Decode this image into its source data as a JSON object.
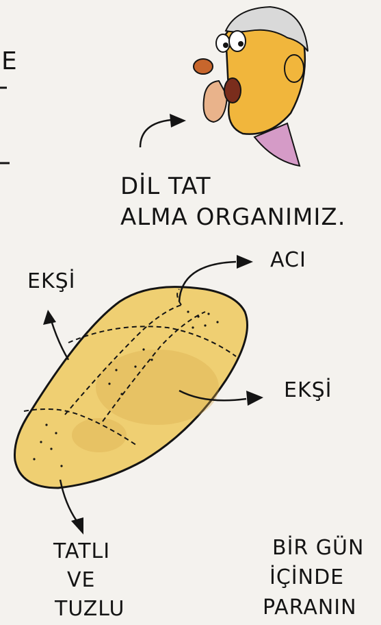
{
  "labels": {
    "edge_left": "E",
    "caption_line1": "DİL TAT",
    "caption_line2": "ALMA ORGANIMIZ.",
    "sour_top": "EKŞİ",
    "bitter": "ACI",
    "sour_right": "EKŞİ",
    "sweet_salty_l1": "TATLI",
    "sweet_salty_l2": "VE",
    "sweet_salty_l3": "TUZLU",
    "bottom_right_l1": "BİR GÜN",
    "bottom_right_l2": "İÇİNDE",
    "bottom_right_l3": "PARANIN"
  },
  "colors": {
    "tongue_fill": "#efcf72",
    "tongue_shade": "#d9a94a",
    "skin": "#f1b63c",
    "nose": "#c7662d",
    "collar": "#d59bc7",
    "hair": "#d9d9d9",
    "ink": "#141414",
    "paper": "#f4f2ee"
  }
}
